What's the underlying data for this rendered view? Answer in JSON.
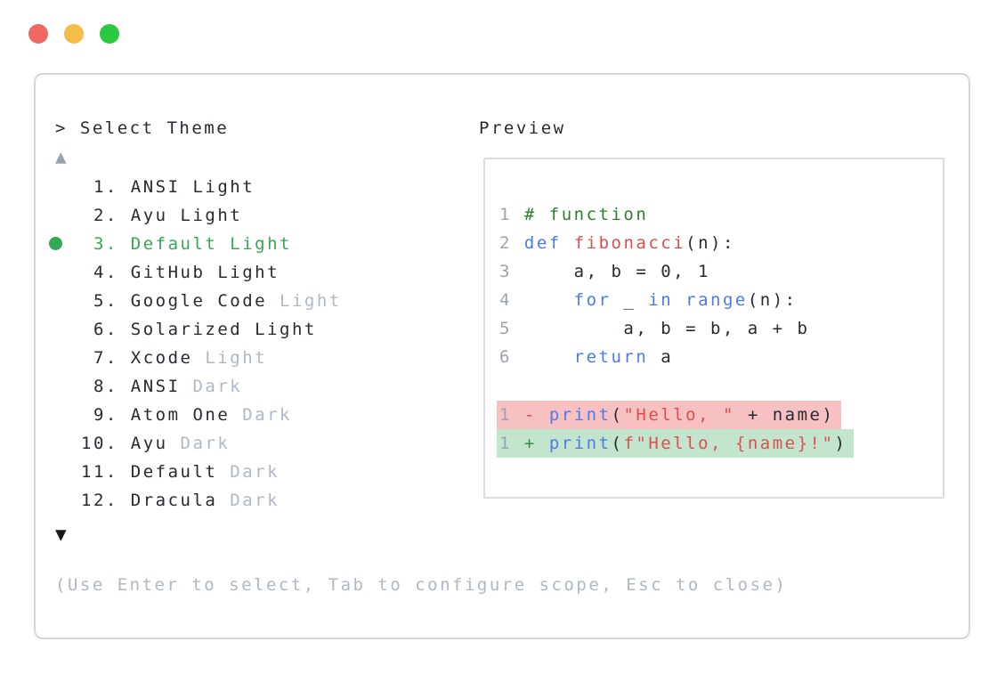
{
  "window": {
    "controls": [
      {
        "id": "close",
        "color": "#f0685f"
      },
      {
        "id": "minimize",
        "color": "#f4bd47"
      },
      {
        "id": "maximize",
        "color": "#2bc93f"
      }
    ]
  },
  "dialog": {
    "prompt": "> Select Theme",
    "scroll_up": "▲",
    "scroll_down": "▼",
    "help": "(Use Enter to select, Tab to configure scope, Esc to close)",
    "selected_color": "#34a853",
    "muted_color": "#aeb8c6",
    "items": [
      {
        "number": " 1.",
        "selected": false,
        "parts": [
          {
            "text": "ANSI Light",
            "muted": false
          }
        ]
      },
      {
        "number": " 2.",
        "selected": false,
        "parts": [
          {
            "text": "Ayu Light",
            "muted": false
          }
        ]
      },
      {
        "number": " 3.",
        "selected": true,
        "parts": [
          {
            "text": "Default Light",
            "muted": false
          }
        ]
      },
      {
        "number": " 4.",
        "selected": false,
        "parts": [
          {
            "text": "GitHub Light",
            "muted": false
          }
        ]
      },
      {
        "number": " 5.",
        "selected": false,
        "parts": [
          {
            "text": "Google Code ",
            "muted": false
          },
          {
            "text": "Light",
            "muted": true
          }
        ]
      },
      {
        "number": " 6.",
        "selected": false,
        "parts": [
          {
            "text": "Solarized Light",
            "muted": false
          }
        ]
      },
      {
        "number": " 7.",
        "selected": false,
        "parts": [
          {
            "text": "Xcode ",
            "muted": false
          },
          {
            "text": "Light",
            "muted": true
          }
        ]
      },
      {
        "number": " 8.",
        "selected": false,
        "parts": [
          {
            "text": "ANSI ",
            "muted": false
          },
          {
            "text": "Dark",
            "muted": true
          }
        ]
      },
      {
        "number": " 9.",
        "selected": false,
        "parts": [
          {
            "text": "Atom One ",
            "muted": false
          },
          {
            "text": "Dark",
            "muted": true
          }
        ]
      },
      {
        "number": "10.",
        "selected": false,
        "parts": [
          {
            "text": "Ayu ",
            "muted": false
          },
          {
            "text": "Dark",
            "muted": true
          }
        ]
      },
      {
        "number": "11.",
        "selected": false,
        "parts": [
          {
            "text": "Default ",
            "muted": false
          },
          {
            "text": "Dark",
            "muted": true
          }
        ]
      },
      {
        "number": "12.",
        "selected": false,
        "parts": [
          {
            "text": "Dracula ",
            "muted": false
          },
          {
            "text": "Dark",
            "muted": true
          }
        ]
      }
    ]
  },
  "preview": {
    "title": "Preview",
    "syntax_colors": {
      "line_number": "#9ba3b0",
      "plain": "#262b33",
      "comment": "#2e8031",
      "keyword": "#4a7bee",
      "function_name": "#dd4f4f",
      "string": "#dd4f4f",
      "diff_removed_bg": "#f8c1c1",
      "diff_added_bg": "#c3e5ce"
    },
    "lines": [
      {
        "bg": null,
        "tokens": [
          {
            "t": "1",
            "c": "num"
          },
          {
            "t": " ",
            "c": "plain"
          },
          {
            "t": "# function",
            "c": "comment"
          }
        ]
      },
      {
        "bg": null,
        "tokens": [
          {
            "t": "2",
            "c": "num"
          },
          {
            "t": " ",
            "c": "plain"
          },
          {
            "t": "def",
            "c": "kw"
          },
          {
            "t": " ",
            "c": "plain"
          },
          {
            "t": "fibonacci",
            "c": "fn"
          },
          {
            "t": "(n):",
            "c": "plain"
          }
        ]
      },
      {
        "bg": null,
        "tokens": [
          {
            "t": "3",
            "c": "num"
          },
          {
            "t": "     a, b = 0, 1",
            "c": "plain"
          }
        ]
      },
      {
        "bg": null,
        "tokens": [
          {
            "t": "4",
            "c": "num"
          },
          {
            "t": "     ",
            "c": "plain"
          },
          {
            "t": "for",
            "c": "kw"
          },
          {
            "t": " _ ",
            "c": "plain"
          },
          {
            "t": "in",
            "c": "kw"
          },
          {
            "t": " ",
            "c": "plain"
          },
          {
            "t": "range",
            "c": "kw"
          },
          {
            "t": "(n):",
            "c": "plain"
          }
        ]
      },
      {
        "bg": null,
        "tokens": [
          {
            "t": "5",
            "c": "num"
          },
          {
            "t": "         a, b = b, a + b",
            "c": "plain"
          }
        ]
      },
      {
        "bg": null,
        "tokens": [
          {
            "t": "6",
            "c": "num"
          },
          {
            "t": "     ",
            "c": "plain"
          },
          {
            "t": "return",
            "c": "kw"
          },
          {
            "t": " a",
            "c": "plain"
          }
        ]
      },
      {
        "spacer": true
      },
      {
        "bg": "removed",
        "tokens": [
          {
            "t": "1",
            "c": "num"
          },
          {
            "t": " ",
            "c": "plain"
          },
          {
            "t": "-",
            "c": "minus"
          },
          {
            "t": " ",
            "c": "plain"
          },
          {
            "t": "print",
            "c": "kw"
          },
          {
            "t": "(",
            "c": "plain"
          },
          {
            "t": "\"Hello, \"",
            "c": "str"
          },
          {
            "t": " + name)",
            "c": "plain"
          }
        ]
      },
      {
        "bg": "added",
        "tokens": [
          {
            "t": "1",
            "c": "num"
          },
          {
            "t": " ",
            "c": "plain"
          },
          {
            "t": "+",
            "c": "plus"
          },
          {
            "t": " ",
            "c": "plain"
          },
          {
            "t": "print",
            "c": "kw"
          },
          {
            "t": "(",
            "c": "plain"
          },
          {
            "t": "f\"Hello, {name}!\"",
            "c": "str"
          },
          {
            "t": ")",
            "c": "plain"
          }
        ]
      }
    ]
  }
}
